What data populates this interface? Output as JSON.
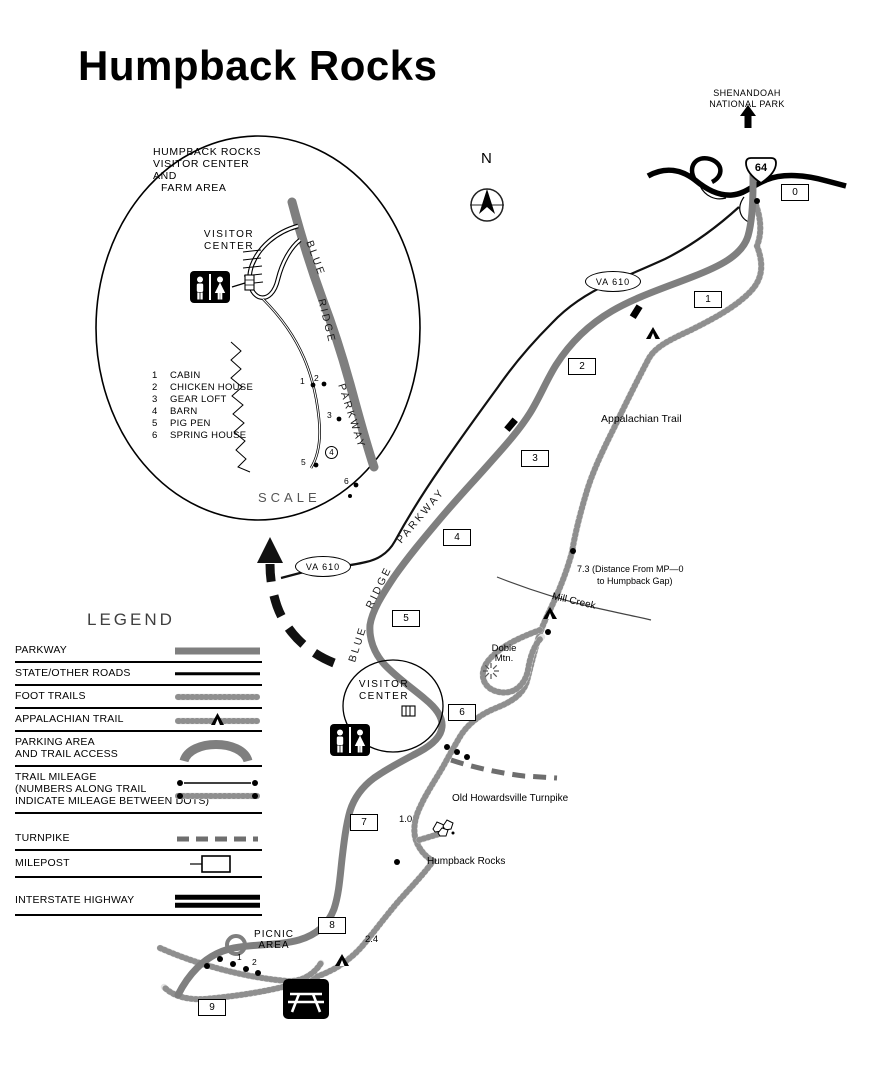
{
  "title": "Humpback Rocks",
  "shenandoah": {
    "line1": "SHENANDOAH",
    "line2": "NATIONAL PARK"
  },
  "interstate": {
    "number": "64"
  },
  "compass": {
    "north": "N"
  },
  "roads": {
    "va610": "VA 610"
  },
  "mileposts": [
    "0",
    "1",
    "2",
    "3",
    "4",
    "5",
    "6",
    "7",
    "8",
    "9"
  ],
  "parkway_words": {
    "blue": "BLUE",
    "ridge": "RIDGE",
    "parkway": "PARKWAY"
  },
  "labels": {
    "appalachian_trail": "Appalachian Trail",
    "distance_line1": "7.3 (Distance From MP—0",
    "distance_line2": "to Humpback Gap)",
    "mill_creek": "Mill Creek",
    "dobie_line1": "Dobie",
    "dobie_line2": "Mtn.",
    "visitor_line1": "VISITOR",
    "visitor_line2": "CENTER",
    "old_howardsville": "Old Howardsville Turnpike",
    "humpback_rocks": "Humpback Rocks",
    "picnic_line1": "PICNIC",
    "picnic_line2": "AREA",
    "mileage_1": "1.0",
    "mileage_2": "2.4",
    "trail_marker_1": "1",
    "trail_marker_2": "2"
  },
  "inset": {
    "title_line1": "HUMPBACK ROCKS",
    "title_line2": "VISITOR CENTER",
    "title_line3": "AND",
    "title_line4": "FARM AREA",
    "visitor_line1": "VISITOR",
    "visitor_line2": "CENTER",
    "scale": "SCALE",
    "farm_list": [
      {
        "num": "1",
        "name": "CABIN"
      },
      {
        "num": "2",
        "name": "CHICKEN HOUSE"
      },
      {
        "num": "3",
        "name": "GEAR LOFT"
      },
      {
        "num": "4",
        "name": "BARN"
      },
      {
        "num": "5",
        "name": "PIG PEN"
      },
      {
        "num": "6",
        "name": "SPRING HOUSE"
      }
    ],
    "spots": [
      "1",
      "2",
      "3",
      "4",
      "5",
      "6"
    ]
  },
  "legend": {
    "title": "LEGEND",
    "parkway": "PARKWAY",
    "state_roads": "STATE/OTHER  ROADS",
    "foot_trails": "FOOT  TRAILS",
    "appalachian": "APPALACHIAN  TRAIL",
    "parking_line1": "PARKING  AREA",
    "parking_line2": "AND  TRAIL  ACCESS",
    "mileage_line1": "TRAIL  MILEAGE",
    "mileage_line2": "(NUMBERS  ALONG  TRAIL",
    "mileage_line3": "INDICATE  MILEAGE  BETWEEN  DOTS)",
    "turnpike": "TURNPIKE",
    "milepost": "MILEPOST",
    "interstate": "INTERSTATE  HIGHWAY"
  },
  "colors": {
    "parkway": "#7f7f7f",
    "turnpike": "#6e6e6e",
    "trail": "#8f8f8f"
  }
}
